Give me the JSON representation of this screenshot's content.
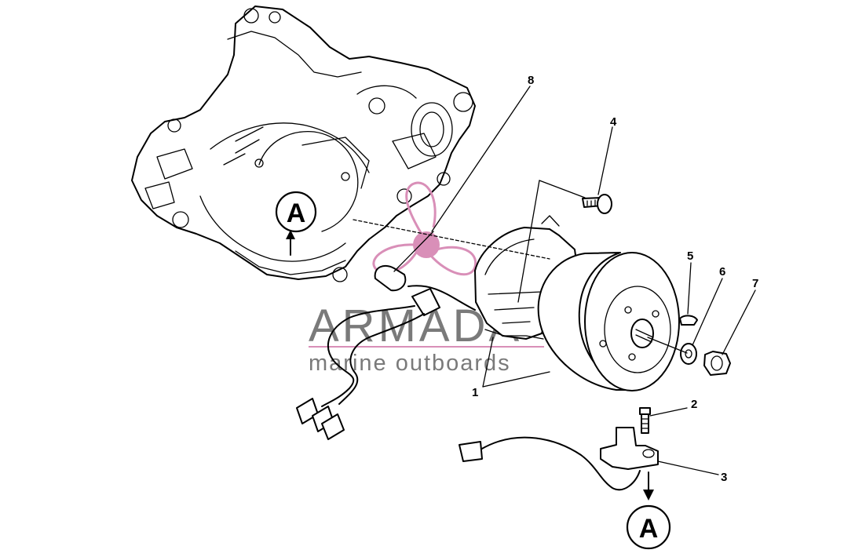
{
  "diagram": {
    "callouts": [
      {
        "id": "1",
        "label": "1"
      },
      {
        "id": "2",
        "label": "2"
      },
      {
        "id": "3",
        "label": "3"
      },
      {
        "id": "4",
        "label": "4"
      },
      {
        "id": "5",
        "label": "5"
      },
      {
        "id": "6",
        "label": "6"
      },
      {
        "id": "7",
        "label": "7"
      },
      {
        "id": "8",
        "label": "8"
      }
    ],
    "detail_marker": "A"
  },
  "watermark": {
    "brand": "ARMADA",
    "tagline": "marine outboards",
    "accent_color": "#d98fb8",
    "text_color": "#7a7a7a"
  }
}
